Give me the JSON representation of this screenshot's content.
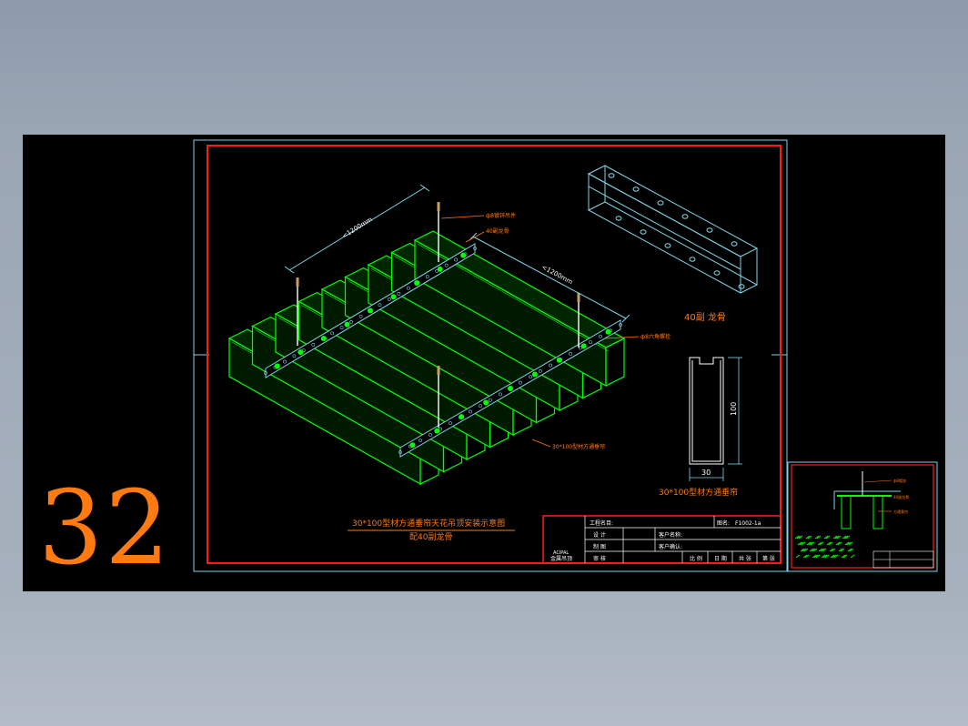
{
  "page_number": "32",
  "drawing": {
    "dim_length_1": "<1200mm",
    "dim_length_2": "<1200mm",
    "label_hanger": "ф8镀锌吊件",
    "label_runner": "40副龙骨",
    "label_anchor": "ф8六角螺栓",
    "label_panel": "30*100型材方通垂帘",
    "runner_title": "40副 龙骨",
    "profile_title": "30*100型材方通垂帘",
    "dim_height": "100",
    "dim_width": "30",
    "caption_line1": "30*100型材方通垂帘天花吊顶安装示意图",
    "caption_line2": "配40副龙骨"
  },
  "title_block": {
    "project_label": "工程名目:",
    "drawing_no_label": "图名:",
    "drawing_no": "F1002-1a",
    "row2": "设 计",
    "row3": "制 图",
    "row4": "审 核",
    "client_label": "客户名称:",
    "client_confirm_label": "客户确认:",
    "sheet_cells": [
      "比 例",
      "日 期",
      "共 张",
      "第 张"
    ],
    "company_left_top": "ACIPAL",
    "company_left_bottom": "金属吊顶"
  },
  "thumbnail": {
    "label_a": "ф8镀锌",
    "label_b": "40副龙骨",
    "label_c": "方通垂帘"
  },
  "colors": {
    "frame_red": "#ff0000",
    "frame_cyan": "#7fd4e6",
    "green": "#00ff00",
    "orange": "#ff7a10",
    "white": "#ffffff"
  }
}
